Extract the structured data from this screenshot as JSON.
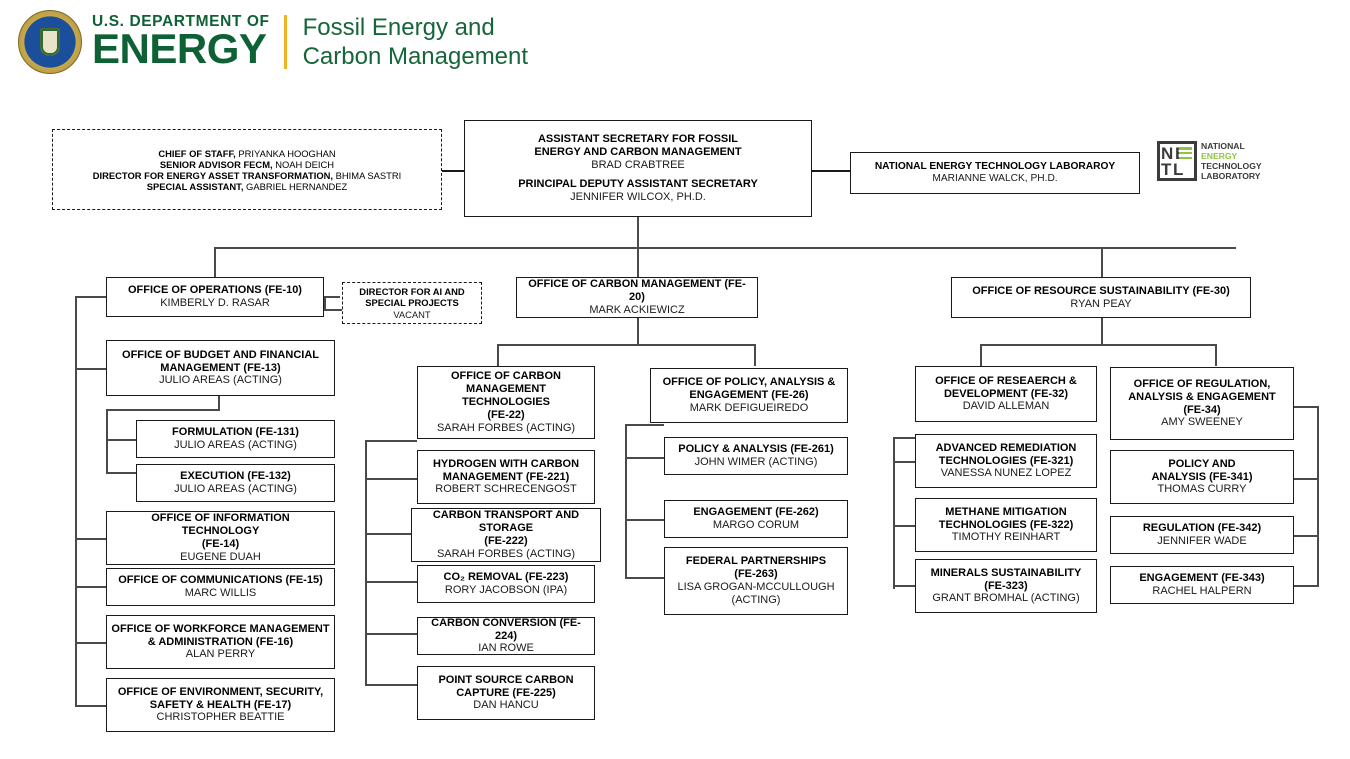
{
  "header": {
    "agency_line1": "U.S. DEPARTMENT OF",
    "agency_line2": "ENERGY",
    "office_line1": "Fossil Energy and",
    "office_line2": "Carbon Management",
    "seal_name": "doe-seal",
    "brand_green": "#0e6135",
    "brand_gold": "#f0b323",
    "subtitle_green": "#17663a"
  },
  "netl_logo": {
    "letters": [
      "N",
      "E",
      "T",
      "L"
    ],
    "words": [
      "NATIONAL",
      "ENERGY",
      "TECHNOLOGY",
      "LABORATORY"
    ],
    "accent_green": "#8cc63e",
    "dark": "#3b3b3b"
  },
  "chart_data": {
    "type": "diagram",
    "title": "Fossil Energy and Carbon Management Organization Chart",
    "nodes": {
      "staff": {
        "style": "dashed",
        "lines": [
          {
            "role": "CHIEF OF STAFF,",
            "name": "PRIYANKA HOOGHAN"
          },
          {
            "role": "SENIOR ADVISOR FECM,",
            "name": "NOAH DEICH"
          },
          {
            "role": "DIRECTOR FOR ENERGY ASSET TRANSFORMATION,",
            "name": "BHIMA SASTRI"
          },
          {
            "role": "SPECIAL ASSISTANT,",
            "name": "GABRIEL HERNANDEZ"
          }
        ]
      },
      "assistant_secretary": {
        "title_line1": "ASSISTANT SECRETARY FOR FOSSIL",
        "title_line2": "ENERGY AND CARBON MANAGEMENT",
        "name1": "BRAD CRABTREE",
        "title_line3": "PRINCIPAL DEPUTY ASSISTANT SECRETARY",
        "name2": "JENNIFER WILCOX, PH.D."
      },
      "netl": {
        "title": "NATIONAL ENERGY TECHNOLOGY LABORAROY",
        "name": "MARIANNE WALCK, PH.D."
      },
      "fe10": {
        "title": "OFFICE OF OPERATIONS (FE-10)",
        "name": "KIMBERLY D. RASAR"
      },
      "ai_director": {
        "style": "dashed",
        "title_line1": "DIRECTOR FOR AI AND",
        "title_line2": "SPECIAL PROJECTS",
        "name": "VACANT"
      },
      "fe20": {
        "title": "OFFICE OF CARBON MANAGEMENT (FE-20)",
        "name": "MARK ACKIEWICZ"
      },
      "fe30": {
        "title": "OFFICE OF RESOURCE SUSTAINABILITY (FE-30)",
        "name": "RYAN PEAY"
      },
      "fe13": {
        "title_line1": "OFFICE OF BUDGET AND FINANCIAL",
        "title_line2": "MANAGEMENT (FE-13)",
        "name": "JULIO AREAS (ACTING)"
      },
      "fe131": {
        "title": "FORMULATION (FE-131)",
        "name": "JULIO AREAS (ACTING)"
      },
      "fe132": {
        "title": "EXECUTION (FE-132)",
        "name": "JULIO AREAS (ACTING)"
      },
      "fe14": {
        "title_line1": "OFFICE OF INFORMATION TECHNOLOGY",
        "title_line2": "(FE-14)",
        "name": "EUGENE DUAH"
      },
      "fe15": {
        "title": "OFFICE OF COMMUNICATIONS (FE-15)",
        "name": "MARC WILLIS"
      },
      "fe16": {
        "title_line1": "OFFICE OF WORKFORCE MANAGEMENT",
        "title_line2": "& ADMINISTRATION (FE-16)",
        "name": "ALAN PERRY"
      },
      "fe17": {
        "title_line1": "OFFICE OF ENVIRONMENT, SECURITY,",
        "title_line2": "SAFETY & HEALTH (FE-17)",
        "name": "CHRISTOPHER BEATTIE"
      },
      "fe22": {
        "title_line1": "OFFICE OF CARBON",
        "title_line2": "MANAGEMENT TECHNOLOGIES",
        "title_line3": "(FE-22)",
        "name": "SARAH FORBES (ACTING)"
      },
      "fe221": {
        "title_line1": "HYDROGEN WITH CARBON",
        "title_line2": "MANAGEMENT (FE-221)",
        "name": "ROBERT SCHRECENGOST"
      },
      "fe222": {
        "title_line1": "CARBON TRANSPORT AND STORAGE",
        "title_line2": "(FE-222)",
        "name": "SARAH FORBES (ACTING)"
      },
      "fe223": {
        "title": "CO₂ REMOVAL (FE-223)",
        "name": "RORY JACOBSON (IPA)"
      },
      "fe224": {
        "title": "CARBON CONVERSION (FE-224)",
        "name": "IAN ROWE"
      },
      "fe225": {
        "title_line1": "POINT SOURCE CARBON",
        "title_line2": "CAPTURE (FE-225)",
        "name": "DAN HANCU"
      },
      "fe26": {
        "title_line1": "OFFICE OF POLICY, ANALYSIS &",
        "title_line2": "ENGAGEMENT (FE-26)",
        "name": "MARK DEFIGUEIREDO"
      },
      "fe261": {
        "title": "POLICY & ANALYSIS (FE-261)",
        "name": "JOHN WIMER (ACTING)"
      },
      "fe262": {
        "title": "ENGAGEMENT  (FE-262)",
        "name": "MARGO CORUM"
      },
      "fe263": {
        "title_line1": "FEDERAL PARTNERSHIPS",
        "title_line2": "(FE-263)",
        "name": "LISA GROGAN-MCCULLOUGH",
        "name2": "(ACTING)"
      },
      "fe32": {
        "title_line1": "OFFICE OF RESEAERCH &",
        "title_line2": "DEVELOPMENT (FE-32)",
        "name": "DAVID ALLEMAN"
      },
      "fe321": {
        "title_line1": "ADVANCED REMEDIATION",
        "title_line2": "TECHNOLOGIES (FE-321)",
        "name": "VANESSA NUNEZ LOPEZ"
      },
      "fe322": {
        "title_line1": "METHANE MITIGATION",
        "title_line2": "TECHNOLOGIES (FE-322)",
        "name": "TIMOTHY REINHART"
      },
      "fe323": {
        "title_line1": "MINERALS SUSTAINABILITY",
        "title_line2": "(FE-323)",
        "name": "GRANT BROMHAL (ACTING)"
      },
      "fe34": {
        "title_line1": "OFFICE OF REGULATION,",
        "title_line2": "ANALYSIS & ENGAGEMENT",
        "title_line3": "(FE-34)",
        "name": "AMY SWEENEY"
      },
      "fe341": {
        "title_line1": "POLICY AND",
        "title_line2": "ANALYSIS (FE-341)",
        "name": "THOMAS CURRY"
      },
      "fe342": {
        "title": "REGULATION (FE-342)",
        "name": "JENNIFER WADE"
      },
      "fe343": {
        "title": "ENGAGEMENT (FE-343)",
        "name": "RACHEL HALPERN"
      }
    }
  }
}
